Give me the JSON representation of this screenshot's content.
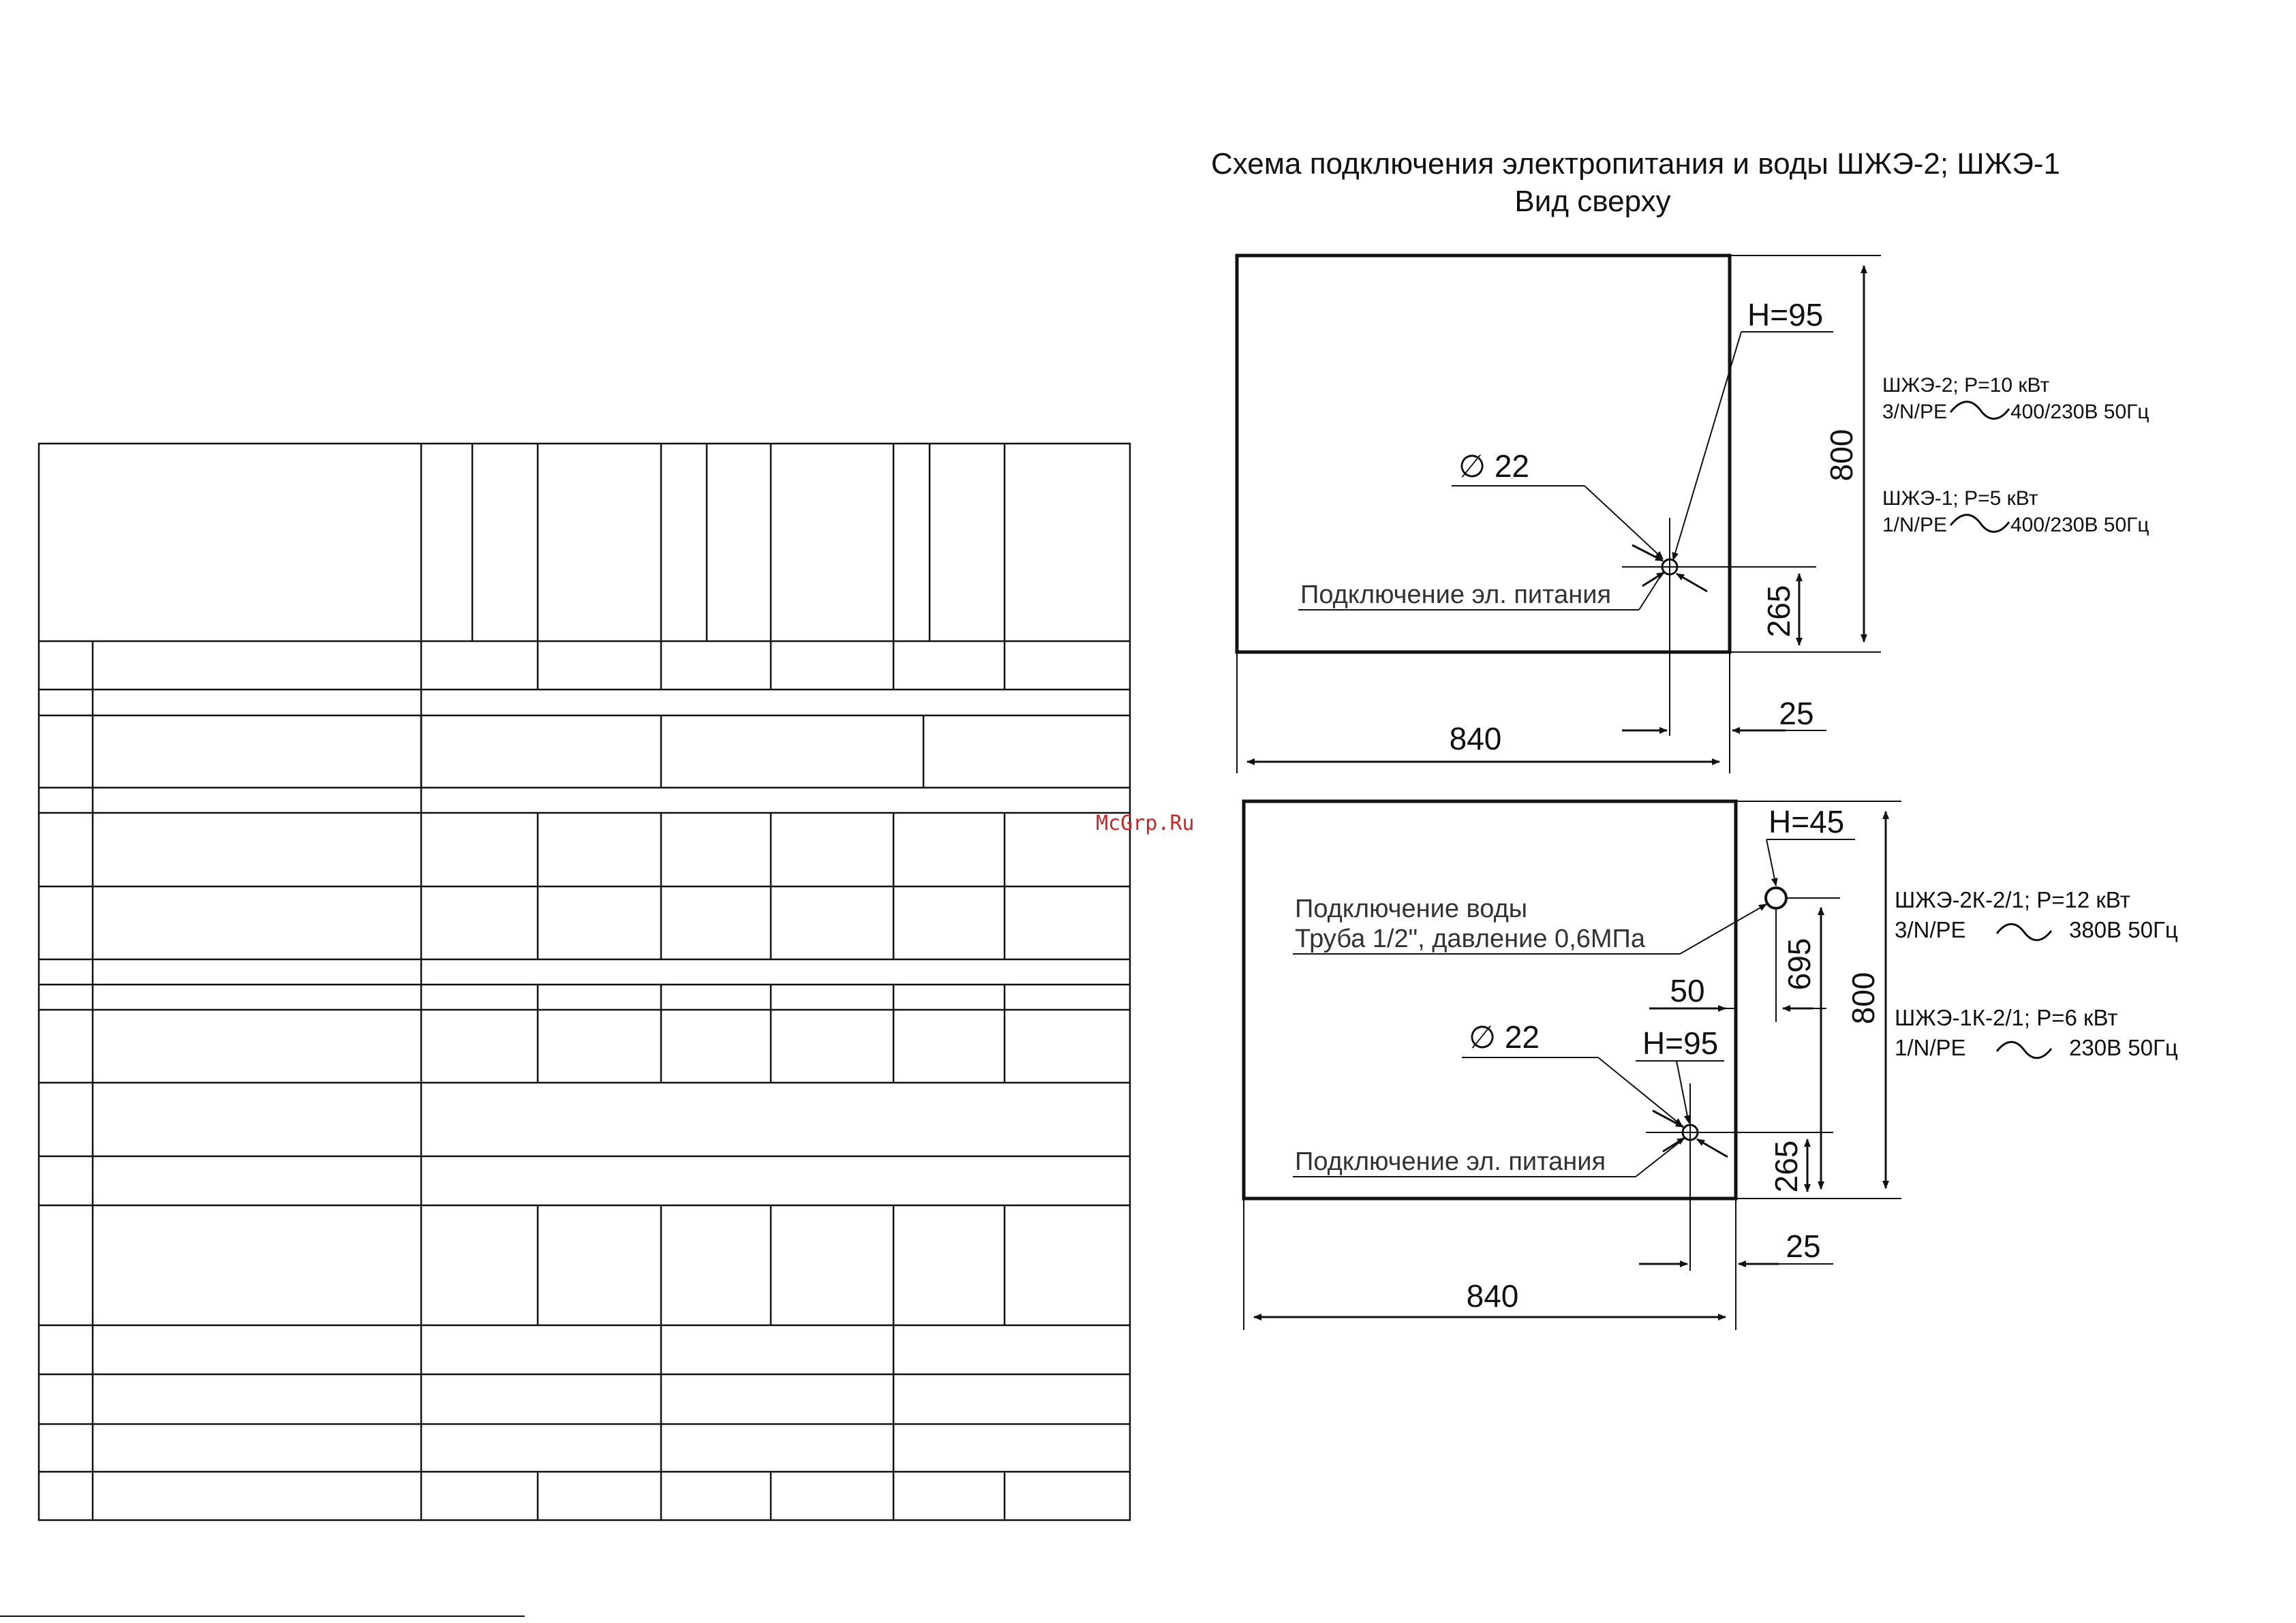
{
  "header": {
    "title_line1": "Схема подключения электропитания и воды ШЖЭ-2; ШЖЭ-1",
    "title_line2": "Вид сверху"
  },
  "watermark": "McGrp.Ru",
  "diagram_top": {
    "height_label": "H=95",
    "hole_diameter": "∅ 22",
    "power_label": "Подключение эл. питания",
    "dim_width": "840",
    "dim_depth": "800",
    "dim_power_y": "265",
    "dim_power_x": "25",
    "spec_a_line1": "ШЖЭ-2; P=10 кВт",
    "spec_a_line2": "3/N/PE",
    "spec_a_line2_tail": "400/230В 50Гц",
    "spec_b_line1": "ШЖЭ-1; P=5 кВт",
    "spec_b_line2": "1/N/PE",
    "spec_b_line2_tail": "400/230В 50Гц"
  },
  "diagram_bottom": {
    "water_height_label": "H=45",
    "water_label_line1": "Подключение воды",
    "water_label_line2": "Труба 1/2\", давление 0,6МПа",
    "water_dim_x": "50",
    "water_dim_y": "695",
    "hole_diameter": "∅ 22",
    "power_height_label": "H=95",
    "power_label": "Подключение эл. питания",
    "dim_width": "840",
    "dim_depth": "800",
    "dim_power_y": "265",
    "dim_power_x": "25",
    "spec_a_line1": "ШЖЭ-2К-2/1; P=12 кВт",
    "spec_a_line2": "3/N/PE",
    "spec_a_line2_tail": "380В 50Гц",
    "spec_b_line1": "ШЖЭ-1К-2/1; P=6 кВт",
    "spec_b_line2": "1/N/PE",
    "spec_b_line2_tail": "230В 50Гц"
  }
}
